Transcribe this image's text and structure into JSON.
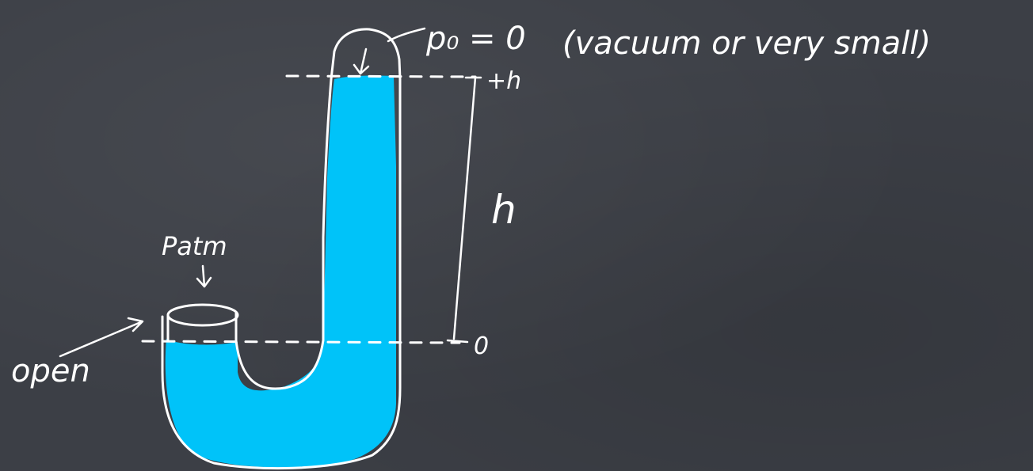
{
  "labels": {
    "p0": "p₀",
    "equals_zero": "= 0",
    "note": "(vacuum or very small)",
    "top_level": "+h",
    "height": "h",
    "patm": "Patm",
    "bottom_level": "0",
    "open": "open"
  },
  "colors": {
    "background": "#3c3f46",
    "liquid": "#00c3f9",
    "chalk": "#ffffff"
  }
}
